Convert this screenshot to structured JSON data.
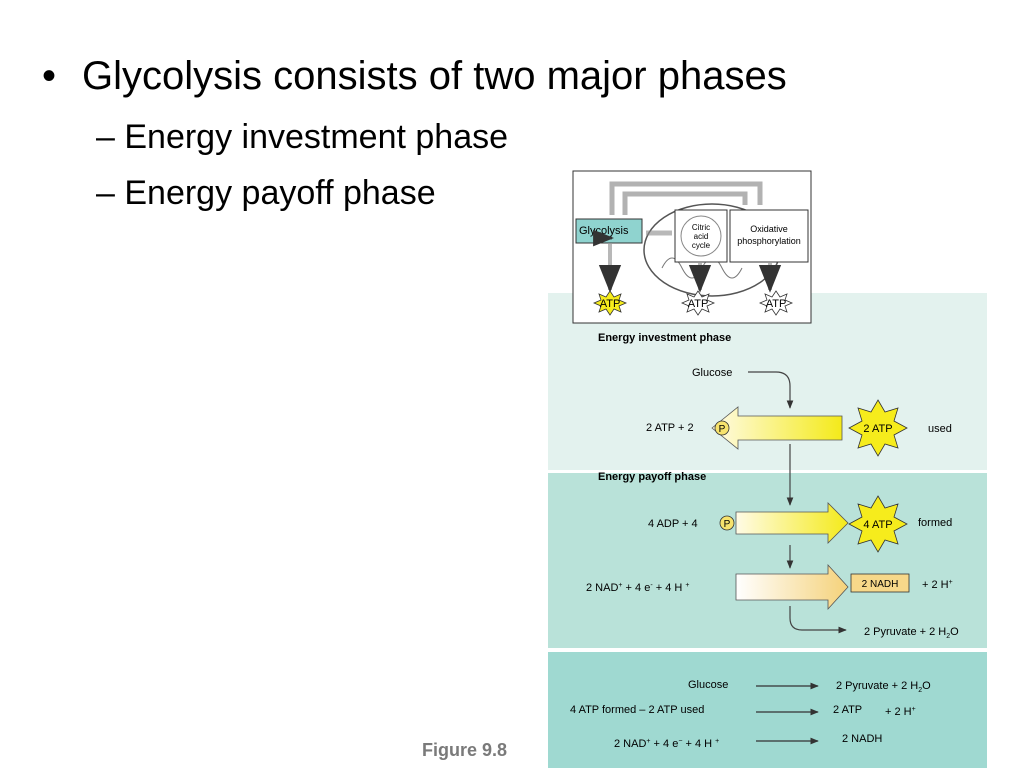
{
  "slide": {
    "bullet": "Glycolysis consists of two major phases",
    "sub_items": [
      "Energy investment phase",
      "Energy payoff phase"
    ],
    "caption": "Figure 9.8"
  },
  "inset": {
    "glycolysis": "Glycolysis",
    "citric": [
      "Citric",
      "acid",
      "cycle"
    ],
    "oxidative": [
      "Oxidative",
      "phosphorylation"
    ],
    "atp": "ATP"
  },
  "investment": {
    "title": "Energy investment phase",
    "glucose": "Glucose",
    "inputs": "2 ATP + 2",
    "phosphate": "P",
    "burst": "2 ATP",
    "used": "used"
  },
  "payoff": {
    "title": "Energy payoff phase",
    "adp": "4 ADP + 4",
    "phosphate": "P",
    "burst": "4 ATP",
    "formed": "formed",
    "nad_main": "2 NAD",
    "nad_sup": "+",
    "nad_mid": " + 4 e",
    "nad_sup2": "-",
    "nad_end": " + 4 H ",
    "nad_sup3": "+",
    "nadh": "2 NADH",
    "h_main": "+ 2 H",
    "h_sup": "+",
    "pyruvate_main": "2 Pyruvate + 2 H",
    "pyruvate_sub": "2",
    "pyruvate_end": "O"
  },
  "net": {
    "glucose": "Glucose",
    "pyruvate_main": "2 Pyruvate + 2 H",
    "pyruvate_sub": "2",
    "pyruvate_end": "O",
    "atp_left": "4 ATP formed – 2 ATP used",
    "atp_right": "2 ATP",
    "h_main": "+ 2 H",
    "h_sup": "+",
    "nad_main": "2 NAD",
    "nad_sup": "+",
    "nad_mid": " + 4 e",
    "nad_sup2": "−",
    "nad_end": " + 4 H ",
    "nad_sup3": "+",
    "nadh": "2 NADH"
  },
  "colors": {
    "investment_bg": "#e3f2ee",
    "payoff_bg": "#b9e2d9",
    "net_bg": "#9fd9d1",
    "glycolysis_box": "#8fd3cf",
    "burst": "#f6ec1c",
    "nadh_box": "#f7d88a"
  }
}
